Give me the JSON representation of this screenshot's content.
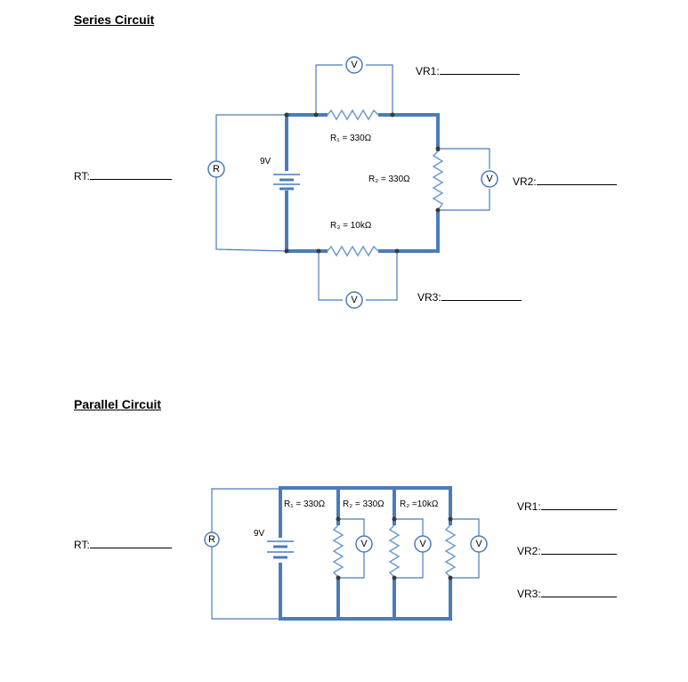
{
  "series": {
    "heading": "Series Circuit",
    "battery": "9V",
    "r1": "R₁ = 330Ω",
    "r2": "R₂ = 330Ω",
    "r3": "R₃ = 10kΩ",
    "meter_r": "R",
    "meter_v": "V",
    "rt_label": "RT:",
    "vr1_label": "VR1:",
    "vr2_label": "VR2:",
    "vr3_label": "VR3:"
  },
  "parallel": {
    "heading": "Parallel Circuit",
    "battery": "9V",
    "r1": "R₁ = 330Ω",
    "r2": "R₂ = 330Ω",
    "r3": "R₂ =10kΩ",
    "meter_r": "R",
    "meter_v": "V",
    "rt_label": "RT:",
    "vr1_label": "VR1:",
    "vr2_label": "VR2:",
    "vr3_label": "VR3:"
  }
}
